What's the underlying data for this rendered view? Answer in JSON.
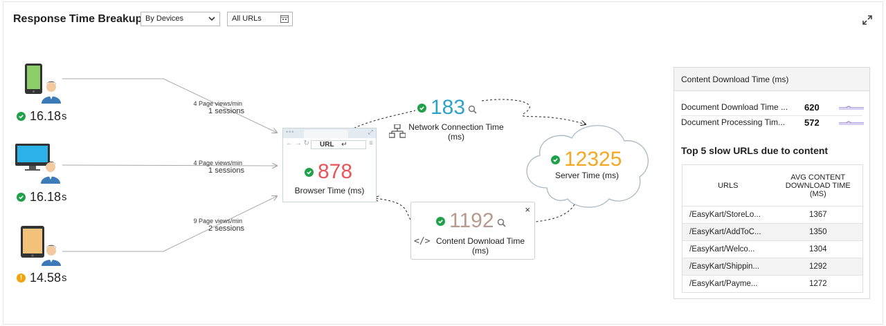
{
  "header": {
    "title": "Response Time Breakup",
    "view_select": "By Devices",
    "url_select": "All URLs"
  },
  "devices": [
    {
      "type": "mobile",
      "value": "16.18",
      "unit": "s",
      "status": "ok",
      "page_views": "4 Page views/min",
      "sessions": "1 sessions"
    },
    {
      "type": "desktop",
      "value": "16.18",
      "unit": "s",
      "status": "ok",
      "page_views": "4 Page views/min",
      "sessions": "1 sessions"
    },
    {
      "type": "tablet",
      "value": "14.58",
      "unit": "s",
      "status": "warning",
      "page_views": "9 Page views/min",
      "sessions": "2 sessions"
    }
  ],
  "browser": {
    "url_text": "URL",
    "value": "878",
    "label": "Browser Time (ms)"
  },
  "network": {
    "value": "183",
    "label_line1": "Network Connection Time",
    "label_line2": "(ms)"
  },
  "server": {
    "value": "12325",
    "label": "Server Time (ms)"
  },
  "content": {
    "value": "1192",
    "label_line1": "Content Download Time",
    "label_line2": "(ms)",
    "close": "×",
    "code_icon_text": "</>"
  },
  "panel": {
    "title": "Content Download Time (ms)",
    "rows": [
      {
        "label": "Document Download Time ...",
        "value": "620"
      },
      {
        "label": "Document Processing Tim...",
        "value": "572"
      }
    ],
    "top5_title": "Top 5 slow URLs due to content",
    "table": {
      "col_url": "URLS",
      "col_time_l1": "AVG CONTENT",
      "col_time_l2": "DOWNLOAD TIME",
      "col_time_l3": "(MS)",
      "rows": [
        {
          "url": "/EasyKart/StoreLo...",
          "time": "1367"
        },
        {
          "url": "/EasyKart/AddToC...",
          "time": "1350"
        },
        {
          "url": "/EasyKart/Welco...",
          "time": "1304"
        },
        {
          "url": "/EasyKart/Shippin...",
          "time": "1292"
        },
        {
          "url": "/EasyKart/Payme...",
          "time": "1272"
        }
      ]
    }
  },
  "colors": {
    "browser": "#e8545a",
    "network": "#2ea3c9",
    "server": "#f5a623",
    "content": "#b7998d",
    "ok": "#1fa14a",
    "warning": "#f0a30a"
  }
}
